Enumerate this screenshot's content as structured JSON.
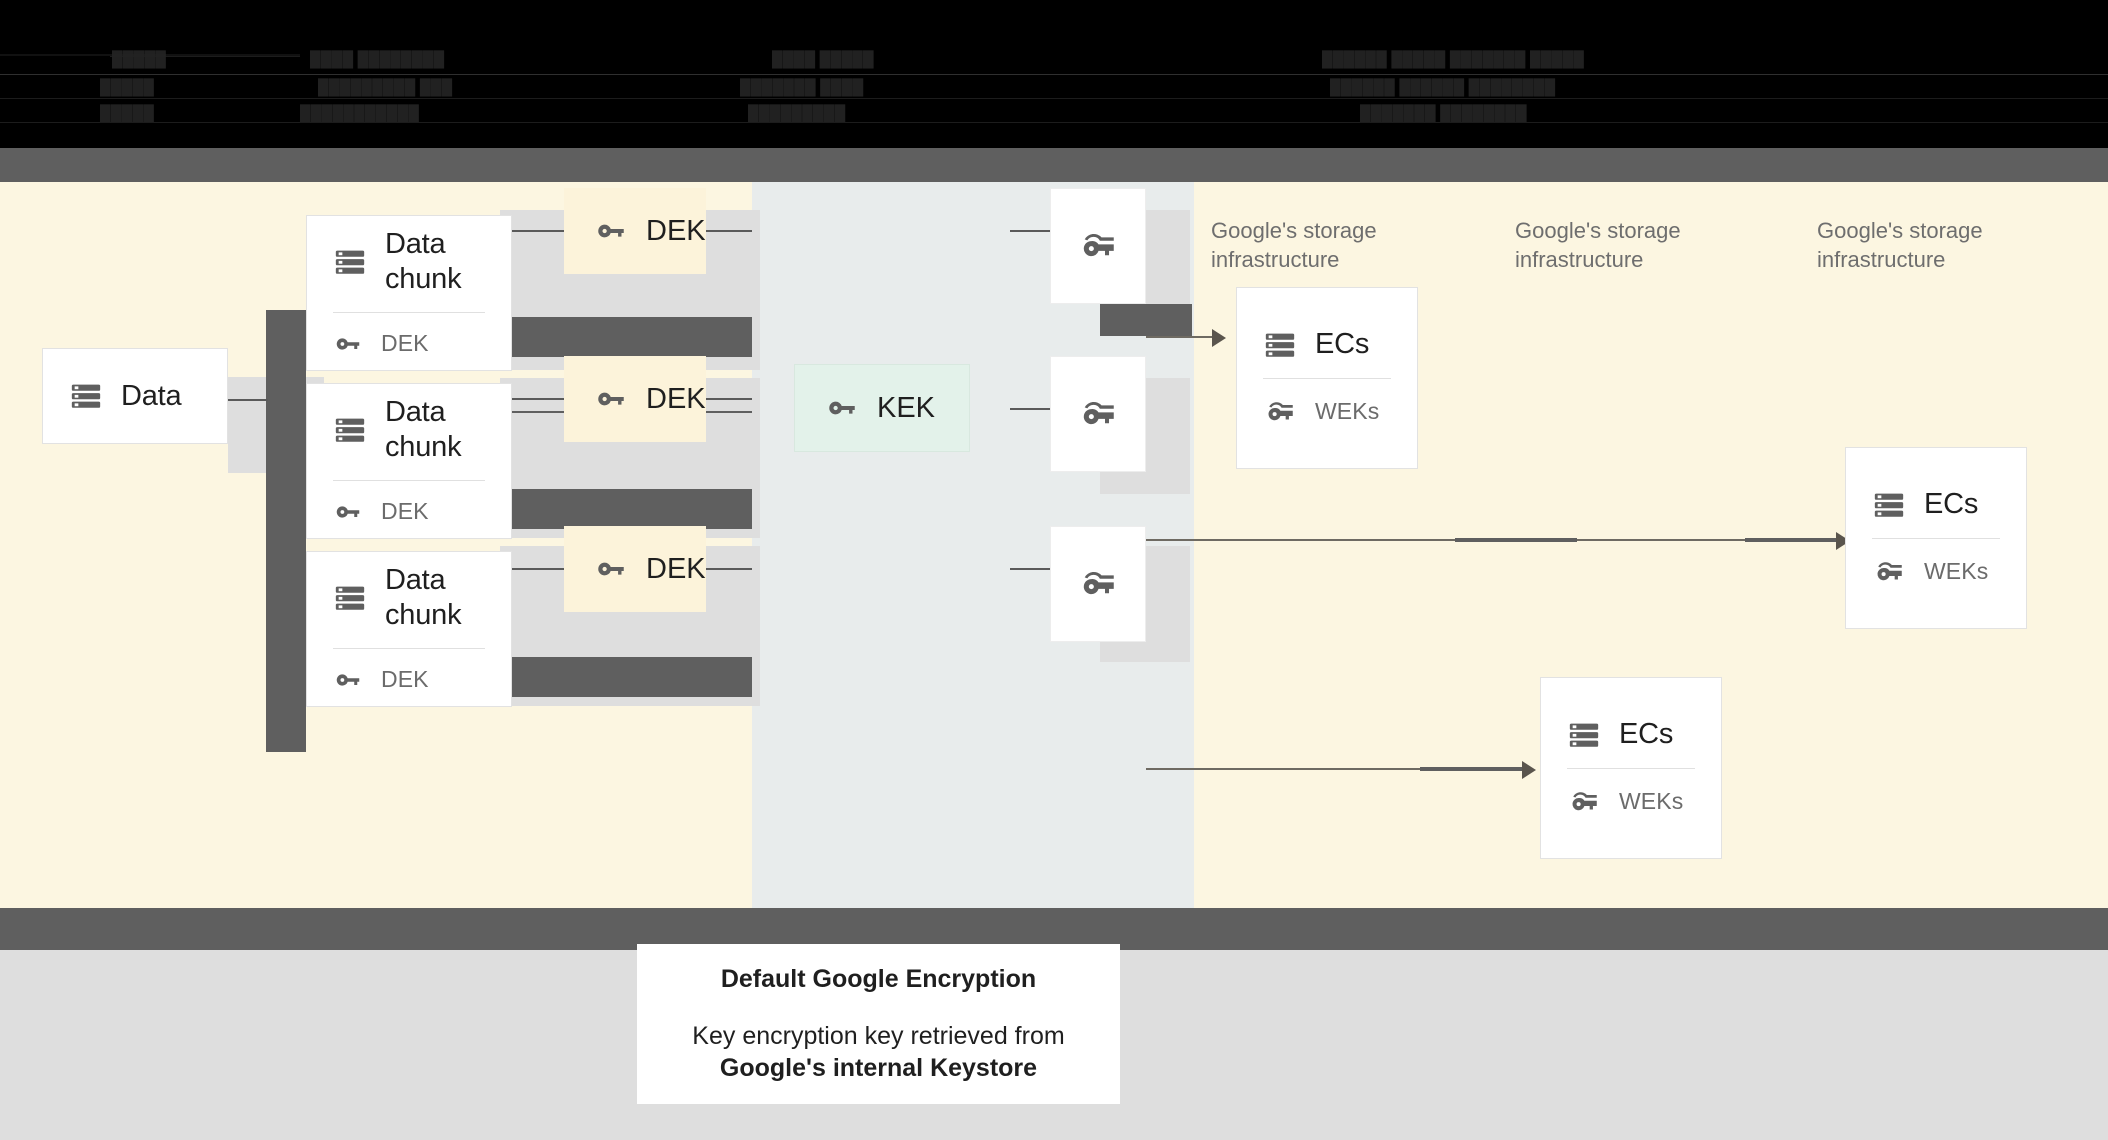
{
  "header": {
    "obscured": true,
    "lines": [
      "overlapping obscured text",
      "overlapping obscured text",
      "overlapping obscured text"
    ]
  },
  "diagram": {
    "source": {
      "title": "Data",
      "icon": "storage-icon"
    },
    "chunks": [
      {
        "title": "Data chunk",
        "icon": "storage-icon",
        "key_label": "DEK",
        "key_icon": "key-icon"
      },
      {
        "title": "Data chunk",
        "icon": "storage-icon",
        "key_label": "DEK",
        "key_icon": "key-icon"
      },
      {
        "title": "Data chunk",
        "icon": "storage-icon",
        "key_label": "DEK",
        "key_icon": "key-icon"
      }
    ],
    "deks": [
      {
        "label": "DEK",
        "icon": "key-icon"
      },
      {
        "label": "DEK",
        "icon": "key-icon"
      },
      {
        "label": "DEK",
        "icon": "key-icon"
      }
    ],
    "kek": {
      "label": "KEK",
      "icon": "key-icon"
    },
    "wrapped_keys": [
      {
        "icon": "wrapped-key-icon"
      },
      {
        "icon": "wrapped-key-icon"
      },
      {
        "icon": "wrapped-key-icon"
      }
    ],
    "zone_labels": [
      "Google's storage infrastructure",
      "Google's storage infrastructure",
      "Google's storage infrastructure"
    ],
    "ec_cards": [
      {
        "title": "ECs",
        "icon": "storage-icon",
        "key_label": "WEKs",
        "key_icon": "wrapped-key-icon"
      },
      {
        "title": "ECs",
        "icon": "storage-icon",
        "key_label": "WEKs",
        "key_icon": "wrapped-key-icon"
      },
      {
        "title": "ECs",
        "icon": "storage-icon",
        "key_label": "WEKs",
        "key_icon": "wrapped-key-icon"
      }
    ]
  },
  "caption": {
    "title": "Default Google Encryption",
    "body_line1": "Key encryption key retrieved from",
    "body_line2": "Google's internal Keystore"
  },
  "colors": {
    "cream": "#fcf6e1",
    "bluegray": "#e8ecec",
    "dark": "#5f5f5f",
    "plate": "#dedede",
    "dek_fill": "#fcf3da",
    "kek_fill": "#e3f2ea",
    "footer_gray": "#dedede"
  }
}
